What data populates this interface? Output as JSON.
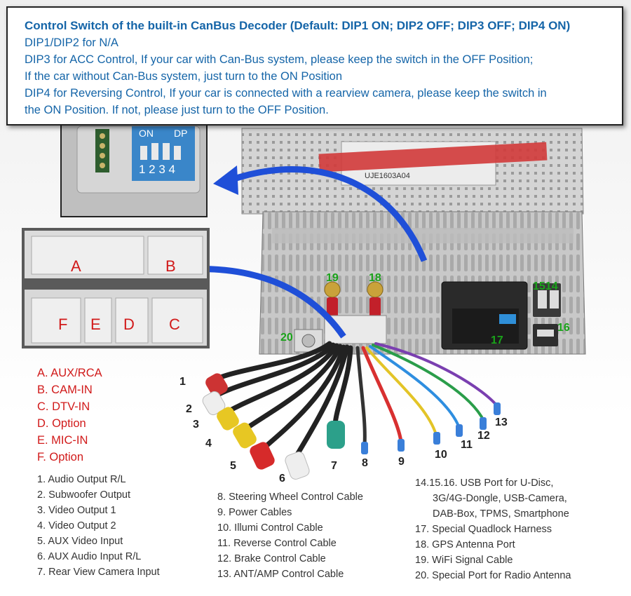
{
  "info": {
    "title": "Control Switch of the built-in CanBus Decoder (Default: DIP1 ON; DIP2 OFF; DIP3 OFF; DIP4 ON)",
    "lines": [
      "DIP1/DIP2 for N/A",
      "DIP3 for ACC Control, If your car with Can-Bus system, please keep the switch in the OFF Position;",
      "If the car without Can-Bus system, just turn to the ON Position",
      "DIP4 for Reversing Control, If your car is connected with a rearview camera, please keep the switch in",
      "the ON Position. If not, please just turn to the OFF Position."
    ]
  },
  "dip": {
    "on": "ON",
    "dp": "DP",
    "digits": "1 2 3 4"
  },
  "plugs": [
    "A",
    "B",
    "F",
    "E",
    "D",
    "C"
  ],
  "legend": [
    "A. AUX/RCA",
    "B. CAM-IN",
    "C. DTV-IN",
    "D. Option",
    "E. MIC-IN",
    "F. Option"
  ],
  "list_left": [
    "1. Audio Output R/L",
    "2. Subwoofer Output",
    "3. Video Output 1",
    "4. Video Output 2",
    "5. AUX Video Input",
    "6. AUX Audio Input R/L",
    "7. Rear View Camera Input"
  ],
  "list_mid": [
    "8. Steering Wheel Control Cable",
    "9. Power Cables",
    "10. Illumi Control Cable",
    "11. Reverse Control Cable",
    "12. Brake Control Cable",
    "13. ANT/AMP Control Cable"
  ],
  "list_right": [
    "14.15.16. USB Port for U-Disc,",
    "3G/4G-Dongle, USB-Camera,",
    "DAB-Box, TPMS, Smartphone",
    "17. Special Quadlock Harness",
    "18. GPS Antenna Port",
    "19. WiFi Signal Cable",
    "20. Special Port for Radio Antenna"
  ],
  "green_nums": [
    "19",
    "18",
    "1514",
    "16",
    "17",
    "20"
  ],
  "black_nums": [
    "1",
    "2",
    "3",
    "4",
    "5",
    "6",
    "7",
    "8",
    "9",
    "10",
    "11",
    "12",
    "13"
  ],
  "label_text": "UJE1603A04",
  "colors": {
    "info_text": "#1565a8",
    "legend_red": "#d11a1a",
    "green_label": "#1aa31a",
    "arrow_blue": "#1f4fd8"
  }
}
